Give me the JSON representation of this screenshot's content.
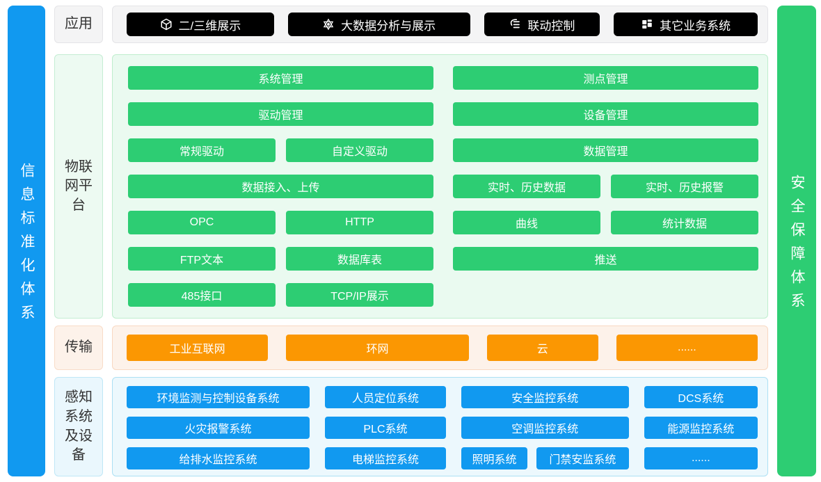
{
  "colors": {
    "bar_blue": "#1199f0",
    "bar_green": "#2dcd73",
    "block_green": "#2dcd73",
    "block_orange": "#fb9702",
    "block_blue": "#1199f0",
    "block_black": "#000000"
  },
  "left_bar": {
    "label": "信息标准化体系"
  },
  "right_bar": {
    "label": "安全保障体系"
  },
  "app": {
    "label": "应用",
    "buttons": [
      {
        "label": "二/三维展示",
        "icon": "cube-icon"
      },
      {
        "label": "大数据分析与展示",
        "icon": "hexagram-icon"
      },
      {
        "label": "联动控制",
        "icon": "linkage-icon"
      },
      {
        "label": "其它业务系统",
        "icon": "grid-icon"
      }
    ]
  },
  "platform": {
    "label": "物联网平台",
    "left": [
      [
        "系统管理"
      ],
      [
        "驱动管理"
      ],
      [
        "常规驱动",
        "自定义驱动"
      ],
      [
        "数据接入、上传"
      ],
      [
        "OPC",
        "HTTP"
      ],
      [
        "FTP文本",
        "数据库表"
      ],
      [
        "485接口",
        "TCP/IP展示"
      ]
    ],
    "right": [
      [
        "测点管理"
      ],
      [
        "设备管理"
      ],
      [
        "数据管理"
      ],
      [
        "实时、历史数据",
        "实时、历史报警"
      ],
      [
        "曲线",
        "统计数据"
      ],
      [
        "推送"
      ]
    ]
  },
  "transport": {
    "label": "传输",
    "buttons": [
      "工业互联网",
      "环网",
      "云",
      "......"
    ]
  },
  "perception": {
    "label": "感知系统及设备",
    "rows": [
      [
        "环境监测与控制设备系统",
        "人员定位系统",
        "安全监控系统",
        "DCS系统"
      ],
      [
        "火灾报警系统",
        "PLC系统",
        "空调监控系统",
        "能源监控系统"
      ],
      [
        "给排水监控系统",
        "电梯监控系统",
        [
          "照明系统",
          "门禁安监系统"
        ],
        "......"
      ]
    ]
  }
}
